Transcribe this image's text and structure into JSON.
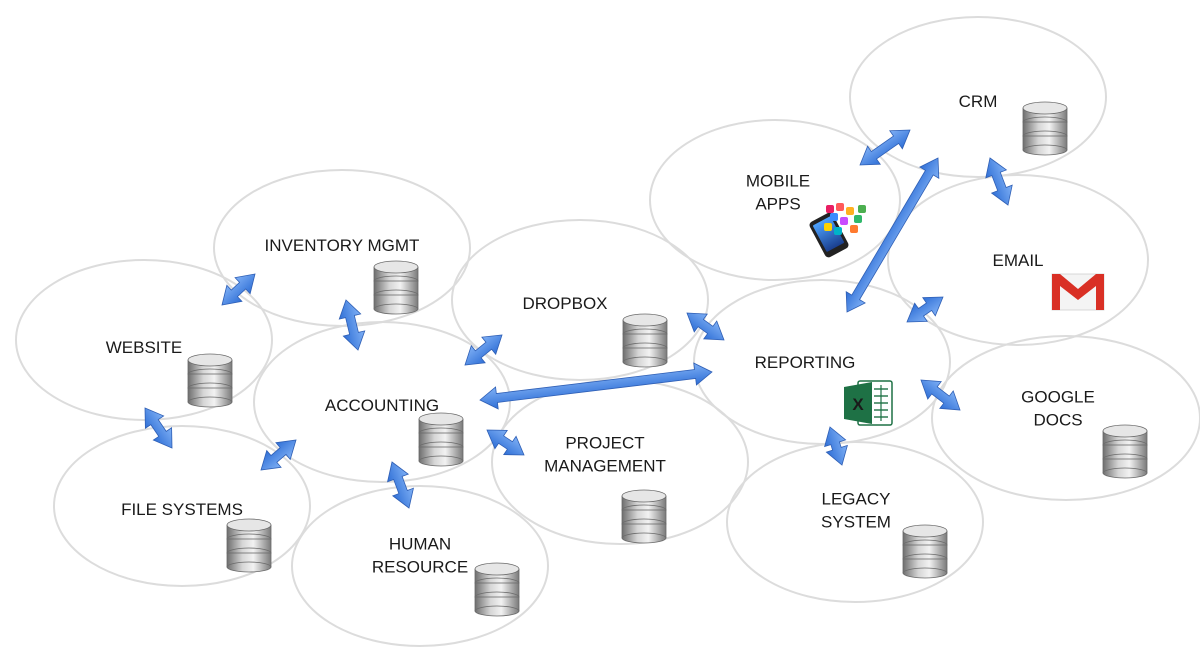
{
  "nodes": [
    {
      "id": "crm",
      "lines": [
        "CRM"
      ],
      "icon": "database-icon"
    },
    {
      "id": "mobile",
      "lines": [
        "MOBILE",
        "APPS"
      ],
      "icon": "mobile-apps-icon"
    },
    {
      "id": "email",
      "lines": [
        "EMAIL"
      ],
      "icon": "gmail-icon"
    },
    {
      "id": "inventory",
      "lines": [
        "INVENTORY MGMT"
      ],
      "icon": "database-icon"
    },
    {
      "id": "dropbox",
      "lines": [
        "DROPBOX"
      ],
      "icon": "database-icon"
    },
    {
      "id": "reporting",
      "lines": [
        "REPORTING"
      ],
      "icon": "excel-icon"
    },
    {
      "id": "website",
      "lines": [
        "WEBSITE"
      ],
      "icon": "database-icon"
    },
    {
      "id": "accounting",
      "lines": [
        "ACCOUNTING"
      ],
      "icon": "database-icon"
    },
    {
      "id": "google",
      "lines": [
        "GOOGLE",
        "DOCS"
      ],
      "icon": "database-icon"
    },
    {
      "id": "project",
      "lines": [
        "PROJECT",
        "MANAGEMENT"
      ],
      "icon": "database-icon"
    },
    {
      "id": "files",
      "lines": [
        "FILE SYSTEMS"
      ],
      "icon": "database-icon"
    },
    {
      "id": "legacy",
      "lines": [
        "LEGACY",
        "SYSTEM"
      ],
      "icon": "database-icon"
    },
    {
      "id": "hr",
      "lines": [
        "HUMAN",
        "RESOURCE"
      ],
      "icon": "database-icon"
    }
  ],
  "connections": [
    {
      "from": "mobile",
      "to": "crm"
    },
    {
      "from": "crm",
      "to": "email"
    },
    {
      "from": "crm",
      "to": "reporting"
    },
    {
      "from": "email",
      "to": "reporting"
    },
    {
      "from": "reporting",
      "to": "google"
    },
    {
      "from": "reporting",
      "to": "legacy"
    },
    {
      "from": "dropbox",
      "to": "reporting"
    },
    {
      "from": "accounting",
      "to": "reporting"
    },
    {
      "from": "accounting",
      "to": "dropbox"
    },
    {
      "from": "accounting",
      "to": "project"
    },
    {
      "from": "accounting",
      "to": "hr"
    },
    {
      "from": "accounting",
      "to": "files"
    },
    {
      "from": "accounting",
      "to": "inventory"
    },
    {
      "from": "website",
      "to": "inventory"
    },
    {
      "from": "website",
      "to": "files"
    }
  ],
  "colors": {
    "arrow": "#4a86e8",
    "arrow_dark": "#2f5fb5",
    "circle_stroke": "#dcdcdc",
    "db_body": "#9a9a9a",
    "gmail_red": "#d93025",
    "excel_green": "#1e7145"
  }
}
